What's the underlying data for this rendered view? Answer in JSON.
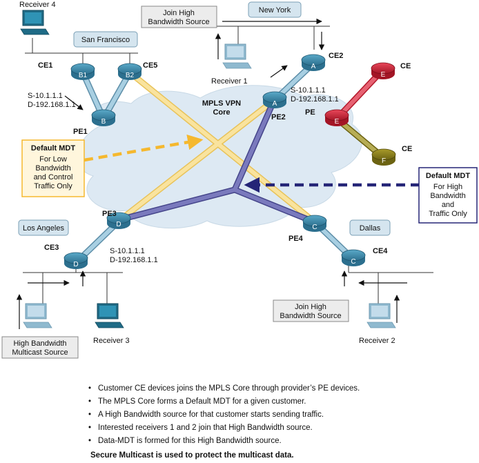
{
  "colors": {
    "cloud": "#dde9f3",
    "router_blue": "#3d8fb0",
    "router_red": "#d6263a",
    "router_olive": "#8a7f1c",
    "link_blue": "#8fb9cf",
    "link_yellow": "#f7d87a",
    "link_purple": "#6262a6",
    "mdt_low": "#f5b82e",
    "mdt_high": "#252577",
    "box_gray": "#ececec",
    "box_blue": "#d5e5ef"
  },
  "cities": {
    "san_francisco": "San Francisco",
    "new_york": "New York",
    "los_angeles": "Los Angeles",
    "dallas": "Dallas"
  },
  "core": {
    "line1": "MPLS VPN",
    "line2": "Core"
  },
  "routers": {
    "ce1": {
      "label": "CE1",
      "letter": "B1"
    },
    "ce5": {
      "label": "CE5",
      "letter": "B2"
    },
    "pe1": {
      "label": "PE1",
      "letter": "B"
    },
    "pe2": {
      "label": "PE2",
      "letter": "A"
    },
    "ce2": {
      "label": "CE2",
      "letter": "A"
    },
    "pe_e": {
      "label": "PE",
      "letter": "E"
    },
    "ce_e": {
      "label": "CE",
      "letter": "E"
    },
    "ce_f": {
      "label": "CE",
      "letter": "F"
    },
    "pe3": {
      "label": "PE3",
      "letter": "D"
    },
    "ce3": {
      "label": "CE3",
      "letter": "D"
    },
    "pe4": {
      "label": "PE4",
      "letter": "C"
    },
    "ce4": {
      "label": "CE4",
      "letter": "C"
    }
  },
  "sg_labels": {
    "sf": {
      "s": "S-10.1.1.1",
      "d": "D-192.168.1.1"
    },
    "ny": {
      "s": "S-10.1.1.1",
      "d": "D-192.168.1.1"
    },
    "la": {
      "s": "S-10.1.1.1",
      "d": "D-192.168.1.1"
    }
  },
  "hosts": {
    "receiver4": "Receiver 4",
    "receiver1": "Receiver 1",
    "receiver3": "Receiver 3",
    "receiver2": "Receiver 2"
  },
  "boxes": {
    "join_ny": [
      "Join High",
      "Bandwidth Source"
    ],
    "join_dallas": [
      "Join High",
      "Bandwidth Source"
    ],
    "hb_source": [
      "High Bandwidth",
      "Multicast Source"
    ],
    "mdt_low": {
      "title": "Default MDT",
      "body": [
        "For Low",
        "Bandwidth",
        "and Control",
        "Traffic Only"
      ]
    },
    "mdt_high": {
      "title": "Default MDT",
      "body": [
        "For High",
        "Bandwidth",
        "and",
        "Traffic Only"
      ]
    }
  },
  "notes": [
    "Customer CE devices joins the MPLS Core through provider’s PE devices.",
    "The MPLS Core forms a Default MDT for a given customer.",
    "A High Bandwidth source for that customer starts sending traffic.",
    "Interested receivers 1 and 2 join that High Bandwidth source.",
    "Data-MDT is formed for this High Bandwidth source."
  ],
  "footer": "Secure Multicast is used to protect the multicast data."
}
